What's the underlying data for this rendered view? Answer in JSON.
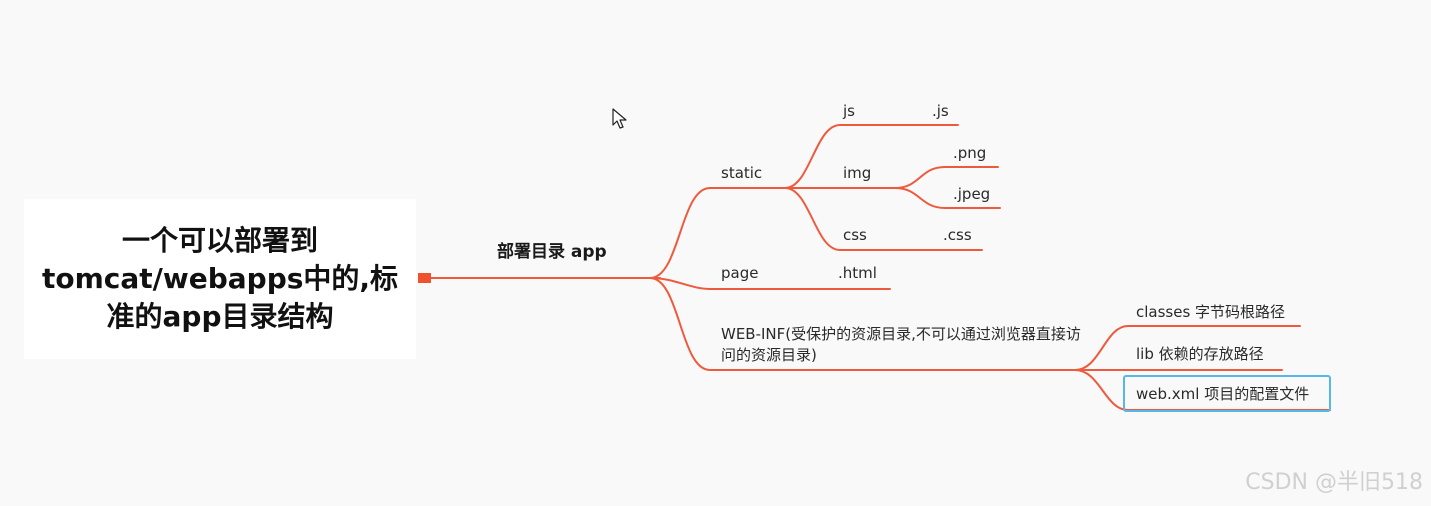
{
  "root": {
    "title": "一个可以部署到tomcat/webapps中的,标准的app目录结构"
  },
  "main": {
    "label": "部署目录  app"
  },
  "branches": {
    "static": {
      "label": "static",
      "children": {
        "js": {
          "label": "js",
          "ext": ".js"
        },
        "img": {
          "label": "img",
          "exts": [
            ".png",
            ".jpeg"
          ]
        },
        "css": {
          "label": "css",
          "ext": ".css"
        }
      }
    },
    "page": {
      "label": "page",
      "ext": ".html"
    },
    "webinf": {
      "label": "WEB-INF(受保护的资源目录,不可以通过浏览器直接访问的资源目录)",
      "children": [
        {
          "label": "classes 字节码根路径"
        },
        {
          "label": "lib 依赖的存放路径"
        },
        {
          "label": "web.xml 项目的配置文件",
          "highlighted": true
        }
      ]
    }
  },
  "colors": {
    "line": "#ee5a3c",
    "highlight": "#58b7e6",
    "connector": "#f0522e"
  },
  "watermark": "CSDN @半旧518",
  "cursor_icon": "mouse-pointer-icon"
}
